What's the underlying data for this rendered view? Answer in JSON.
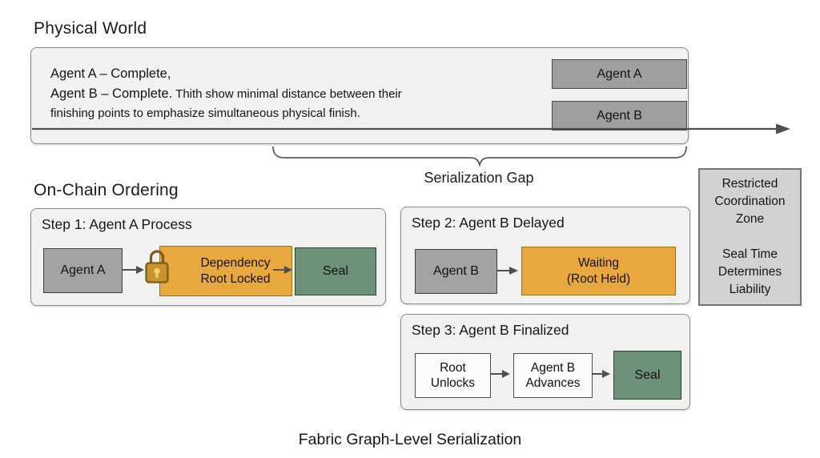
{
  "titles": {
    "physical_world": "Physical World",
    "on_chain": "On-Chain Ordering",
    "serialization_gap": "Serialization Gap",
    "footer": "Fabric Graph-Level Serialization"
  },
  "physical_world": {
    "desc_line1": "Agent A – Complete,",
    "desc_line2_strong": "Agent B – Complete.",
    "desc_line2_rest": " Thith show minimal distance between their",
    "desc_line3": "finishing points to emphasize simultaneous physical finish.",
    "agent_a_label": "Agent A",
    "agent_b_label": "Agent B"
  },
  "steps": {
    "step1": {
      "title": "Step 1: Agent A Process",
      "agent_label": "Agent A",
      "locked_label": "Dependency\nRoot Locked",
      "seal_label": "Seal"
    },
    "step2": {
      "title": "Step 2: Agent B Delayed",
      "agent_label": "Agent B",
      "waiting_label": "Waiting\n(Root Held)"
    },
    "step3": {
      "title": "Step 3: Agent B Finalized",
      "unlock_label": "Root\nUnlocks",
      "advance_label": "Agent B\nAdvances",
      "seal_label": "Seal"
    }
  },
  "restricted_zone": {
    "text": "Restricted\nCoordination\nZone\n\nSeal Time\nDetermines\nLiability"
  },
  "icons": {
    "lock": "lock-icon",
    "timeline_arrow": "timeline-arrow",
    "brace": "serialization-gap-brace"
  },
  "colors": {
    "panel_fill": "#f1f1ef",
    "panel_border": "#8c8c8c",
    "agent_gray": "#9f9f9f",
    "agent_border": "#474747",
    "warning_yellow": "#e9a83e",
    "warning_border": "#99721c",
    "seal_green": "#6d9178",
    "seal_border": "#28452f",
    "zone_gray": "#d2d2d2",
    "arrow_gray": "#4f4f4f",
    "lock_body": "#c9932e"
  }
}
